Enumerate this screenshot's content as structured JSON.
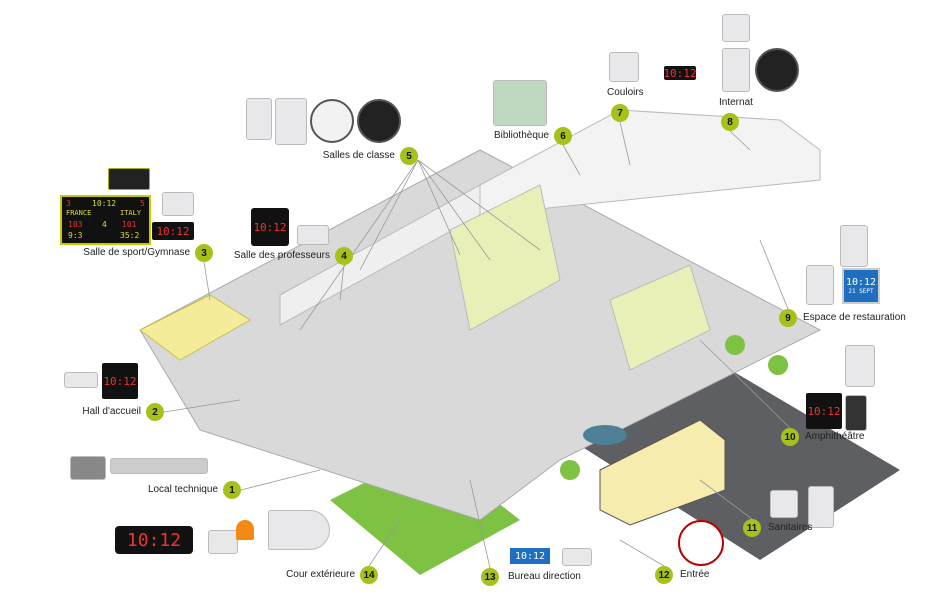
{
  "callouts": [
    {
      "n": "1",
      "label": "Local technique"
    },
    {
      "n": "2",
      "label": "Hall d'accueil"
    },
    {
      "n": "3",
      "label": "Salle de sport/Gymnase"
    },
    {
      "n": "4",
      "label": "Salle des professeurs"
    },
    {
      "n": "5",
      "label": "Salles de classe"
    },
    {
      "n": "6",
      "label": "Bibliothèque"
    },
    {
      "n": "7",
      "label": "Couloirs"
    },
    {
      "n": "8",
      "label": "Internat"
    },
    {
      "n": "9",
      "label": "Espace de restauration"
    },
    {
      "n": "10",
      "label": "Amphithéâtre"
    },
    {
      "n": "11",
      "label": "Sanitaires"
    },
    {
      "n": "12",
      "label": "Entrée"
    },
    {
      "n": "13",
      "label": "Bureau direction"
    },
    {
      "n": "14",
      "label": "Cour extérieure"
    }
  ],
  "devices": {
    "time": "10:12",
    "date": "21 SEPT",
    "scoreboard": {
      "home_fouls": "3",
      "away_fouls": "5",
      "time": "10:12",
      "home": "FRANCE",
      "away": "ITALY",
      "home_score": "103",
      "away_score": "101",
      "period": "4",
      "home_sub": "9:3",
      "away_sub": "35:2"
    }
  },
  "colors": {
    "accent": "#a6c21a",
    "floor": "#d9d9d9",
    "wall": "#efefef",
    "grass": "#7dc243"
  }
}
